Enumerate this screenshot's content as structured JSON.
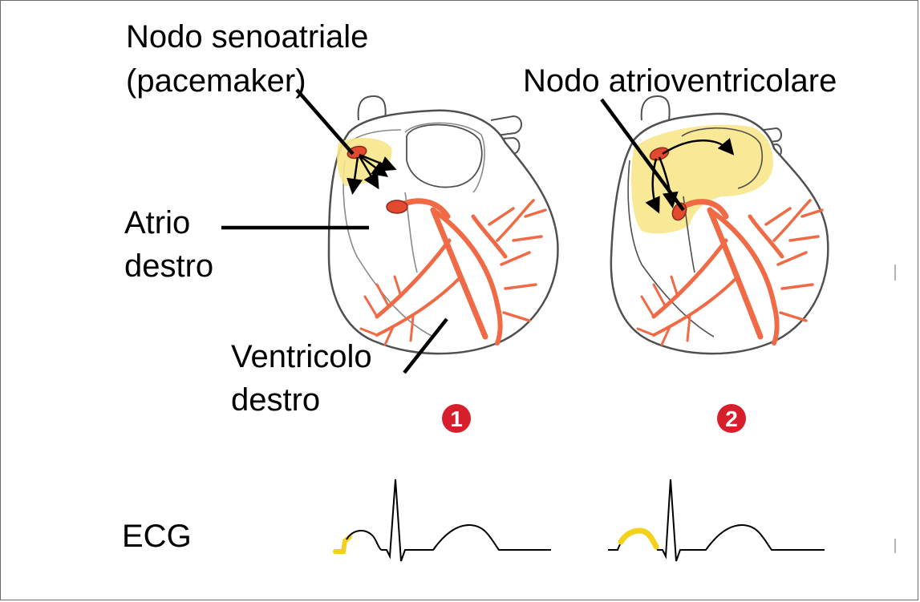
{
  "labels": {
    "sa_node_line1": "Nodo senoatriale",
    "sa_node_line2": "(pacemaker)",
    "av_node": "Nodo atrioventricolare",
    "right_atrium_line1": "Atrio",
    "right_atrium_line2": "destro",
    "right_ventricle_line1": "Ventricolo",
    "right_ventricle_line2": "destro",
    "ecg": "ECG"
  },
  "steps": [
    {
      "number": "1"
    },
    {
      "number": "2"
    }
  ],
  "colors": {
    "conduction": "#ef6a45",
    "node": "#e3492f",
    "excitation_highlight": "#f8e68a",
    "step_badge": "#d71f2b",
    "outline": "#505050",
    "ecg_trace": "#000000",
    "ecg_highlight": "#f2d21c"
  }
}
